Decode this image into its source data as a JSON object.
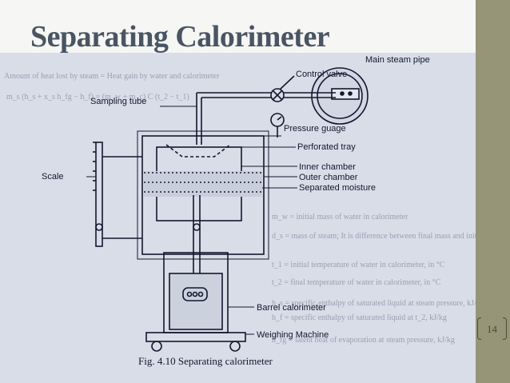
{
  "slide": {
    "title": "Separating Calorimeter",
    "page_number": "14"
  },
  "diagram": {
    "labels": {
      "main_steam_pipe": "Main steam pipe",
      "control_valve": "Control valve",
      "sampling_tube": "Sampling tube",
      "pressure_gauge": "Pressure guage",
      "perforated_tray": "Perforated tray",
      "scale": "Scale",
      "inner_chamber": "Inner chamber",
      "outer_chamber": "Outer chamber",
      "separated_moisture": "Separated moisture",
      "barrel_calorimeter": "Barrel calorimeter",
      "weighing_machine": "Weighing Machine"
    },
    "caption": "Fig. 4.10 Separating calorimeter"
  },
  "background_text": {
    "lines": [
      "Amount of heat lost by steam = Heat gain by water and calorimeter",
      "m_s (h_s + x_s h_fg − h_f) = (m_w + m_c) C (t_2 − t_1)",
      "m_w = initial mass of water in calorimeter",
      "d_s = mass of steam; It is difference between final mass and initial mass of water in calorimeter",
      "t_1 = initial temperature of water in calorimeter, in °C",
      "t_2 = final temperature of water in calorimeter, in °C",
      "h_s = specific enthalpy of saturated liquid at steam pressure, kJ/kg",
      "h_f = specific enthalpy of saturated liquid at t_2, kJ/kg",
      "h_fg = latent heat of evaporation at steam pressure, kJ/kg"
    ]
  },
  "colors": {
    "title": "#4a5563",
    "sidebar": "#969578",
    "ink": "#12182e",
    "paper": "#d9dde8"
  }
}
